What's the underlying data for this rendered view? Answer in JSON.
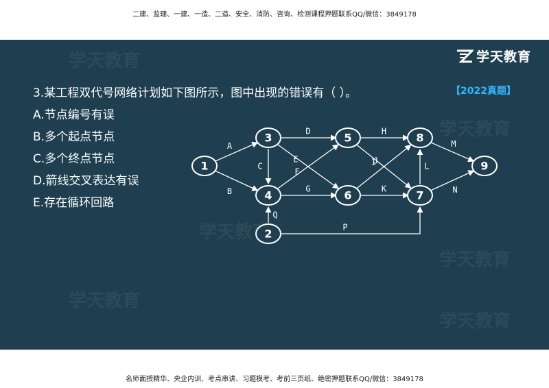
{
  "header": {
    "text": "二建、监理、一建、一造、二造、安全、消防、咨询、检测课程押题联系QQ/微信：3849178"
  },
  "footer": {
    "text": "名师面授精华、央企内训、考点串讲、习题模考、考前三页纸、绝密押题联系QQ/微信：3849178"
  },
  "logo": {
    "text": "学天教育",
    "icon": "stylized-z-logo-icon"
  },
  "watermark": {
    "text": "学天教育"
  },
  "question": {
    "stem": "3.某工程双代号网络计划如下图所示，图中出现的错误有（    ）。",
    "tag": "【2022真题】",
    "options": [
      "A.节点编号有误",
      "B.多个起点节点",
      "C.多个终点节点",
      "D.箭线交叉表达有误",
      "E.存在循环回路"
    ]
  },
  "network": {
    "nodes": [
      "1",
      "2",
      "3",
      "4",
      "5",
      "6",
      "7",
      "8",
      "9"
    ],
    "edges": [
      {
        "from": "1",
        "to": "3",
        "label": "A"
      },
      {
        "from": "1",
        "to": "4",
        "label": "B"
      },
      {
        "from": "3",
        "to": "4",
        "label": "C"
      },
      {
        "from": "3",
        "to": "5",
        "label": "D"
      },
      {
        "from": "3",
        "to": "6",
        "label": "E"
      },
      {
        "from": "4",
        "to": "5",
        "label": "F"
      },
      {
        "from": "4",
        "to": "6",
        "label": "G"
      },
      {
        "from": "5",
        "to": "8",
        "label": "H"
      },
      {
        "from": "5",
        "to": "7",
        "label": "I"
      },
      {
        "from": "6",
        "to": "8",
        "label": "J"
      },
      {
        "from": "6",
        "to": "7",
        "label": "K"
      },
      {
        "from": "7",
        "to": "8",
        "label": "L"
      },
      {
        "from": "8",
        "to": "9",
        "label": "M"
      },
      {
        "from": "7",
        "to": "9",
        "label": "N"
      },
      {
        "from": "2",
        "to": "7",
        "label": "P"
      },
      {
        "from": "2",
        "to": "4",
        "label": "Q"
      }
    ]
  },
  "colors": {
    "background": "#1f3f50",
    "text": "#ffffff",
    "tag": "#35b6ff"
  }
}
